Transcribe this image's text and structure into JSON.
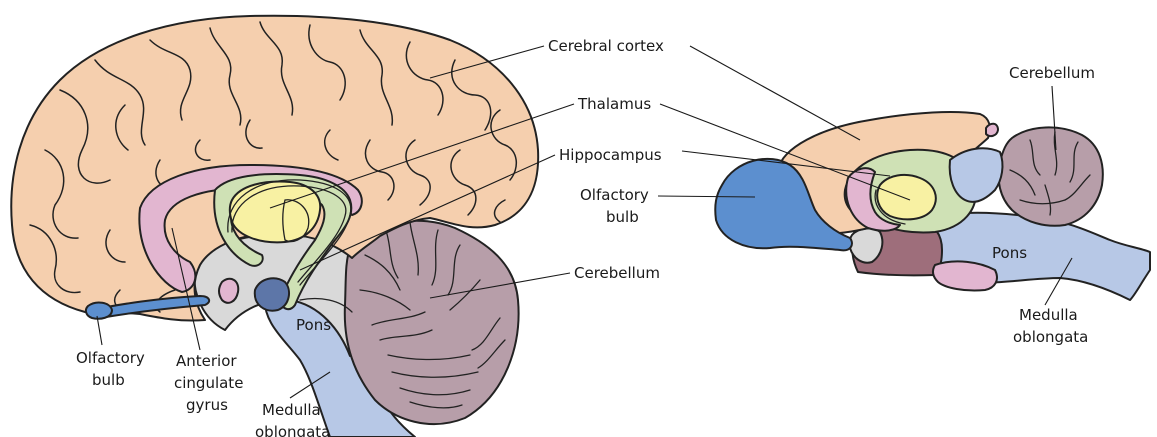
{
  "colors": {
    "cortex": "#f5cfae",
    "thalamus": "#f8f1a3",
    "hippocampus": "#cfe1b5",
    "cingulate": "#e2b6d0",
    "olfactory": "#5c8fcf",
    "brainstem": "#b7c8e6",
    "cerebellum": "#b79ea9",
    "midbrain": "#9e6e7b",
    "gray": "#d9d9d9"
  },
  "human_brain": {
    "labels": {
      "cerebral_cortex": "Cerebral cortex",
      "thalamus": "Thalamus",
      "hippocampus": "Hippocampus",
      "cerebellum": "Cerebellum",
      "pons": "Pons",
      "medulla_line1": "Medulla",
      "medulla_line2": "oblongata",
      "olfactory_line1": "Olfactory",
      "olfactory_line2": "bulb",
      "cingulate_line1": "Anterior",
      "cingulate_line2": "cingulate",
      "cingulate_line3": "gyrus"
    }
  },
  "rodent_brain": {
    "labels": {
      "cerebellum": "Cerebellum",
      "olfactory_line1": "Olfactory",
      "olfactory_line2": "bulb",
      "pons": "Pons",
      "medulla_line1": "Medulla",
      "medulla_line2": "oblongata"
    }
  }
}
